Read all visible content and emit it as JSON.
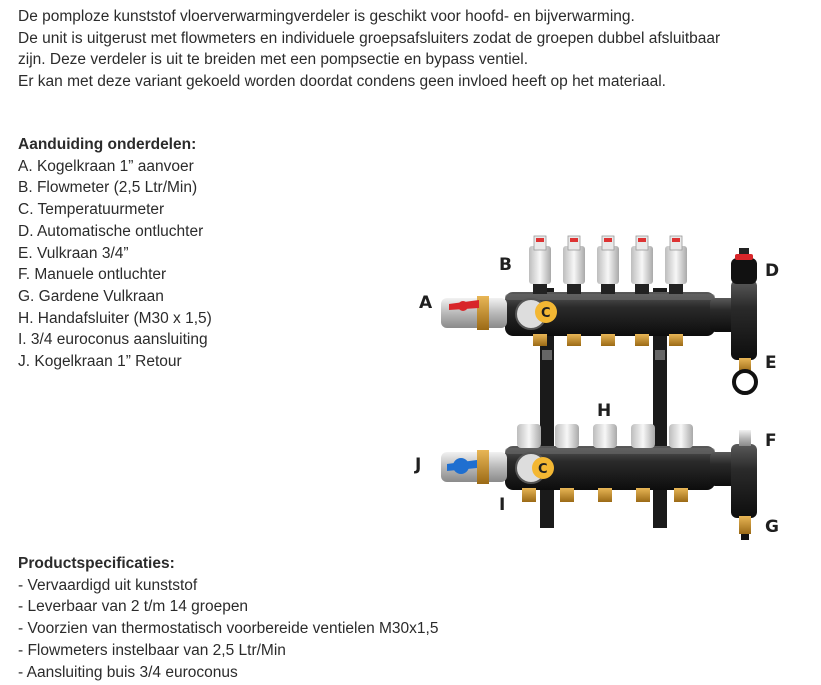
{
  "intro": {
    "lines": [
      "De pomploze kunststof  vloerverwarmingverdeler is geschikt voor hoofd- en bijverwarming.",
      "De unit is uitgerust met flowmeters en individuele groepsafsluiters zodat de groepen dubbel afsluitbaar",
      "zijn. Deze verdeler is uit te breiden met een pompsectie en bypass ventiel.",
      "Er kan met deze variant gekoeld worden doordat condens geen invloed heeft op het materiaal."
    ]
  },
  "parts": {
    "heading": "Aanduiding onderdelen:",
    "items": [
      "A. Kogelkraan 1” aanvoer",
      "B. Flowmeter (2,5 Ltr/Min)",
      "C. Temperatuurmeter",
      "D. Automatische ontluchter",
      "E. Vulkraan 3/4”",
      "F. Manuele ontluchter",
      "G. Gardene Vulkraan",
      "H. Handafsluiter (M30 x 1,5)",
      "I. 3/4 euroconus aansluiting",
      "J. Kogelkraan 1” Retour"
    ]
  },
  "figure": {
    "labels": {
      "A": "A",
      "B": "B",
      "C1": "C",
      "C2": "C",
      "D": "D",
      "E": "E",
      "F": "F",
      "G": "G",
      "H": "H",
      "I": "I",
      "J": "J"
    },
    "colors": {
      "manifold": "#1c1c1c",
      "manifold_hi": "#4a4a4a",
      "brass": "#c8932e",
      "chrome": "#cfcfcf",
      "valve_red": "#d8262a",
      "valve_blue": "#1f6fd0",
      "flow_cap": "#e6e6e6",
      "label_circle": "#f3b733"
    }
  },
  "specs": {
    "heading": "Productspecificaties:",
    "items": [
      "- Vervaardigd uit kunststof",
      "- Leverbaar van 2  t/m 14 groepen",
      "- Voorzien van thermostatisch voorbereide ventielen M30x1,5",
      "- Flowmeters instelbaar van 2,5 Ltr/Min",
      "- Aansluiting buis 3/4 euroconus"
    ]
  }
}
